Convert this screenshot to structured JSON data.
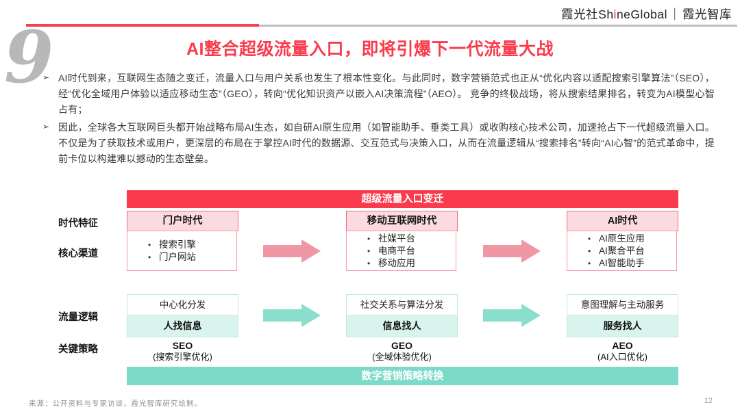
{
  "header": {
    "section_number": "9",
    "brand": {
      "cn": "霞光社",
      "en_pre": "Sh",
      "en_i": "i",
      "en_post": "neGlobal",
      "divider": "｜",
      "suffix": "霞光智库"
    },
    "title": "AI整合超级流量入口，即将引爆下一代流量大战"
  },
  "bullets": [
    {
      "marker": "➢",
      "text": "AI时代到来，互联网生态随之变迁，流量入口与用户关系也发生了根本性变化。与此同时，数字营销范式也正从“优化内容以适配搜索引擎算法”（SEO），经“优化全域用户体验以适应移动生态”（GEO），转向“优化知识资产以嵌入AI决策流程”（AEO）。 竞争的终极战场，将从搜索结果排名，转变为AI模型心智占有；"
    },
    {
      "marker": "➢",
      "text": "因此，全球各大互联网巨头都开始战略布局AI生态，如自研AI原生应用（如智能助手、垂类工具）或收购核心技术公司，加速抢占下一代超级流量入口。不仅是为了获取技术或用户，更深层的布局在于掌控AI时代的数据源、交互范式与决策入口，从而在流量逻辑从“搜索排名”转向“AI心智”的范式革命中，提前卡位以构建难以撼动的生态壁垒。"
    }
  ],
  "diagram": {
    "top_banner": "超级流量入口变迁",
    "bottom_banner": "数字营销策略转换",
    "bullet_char": "•",
    "row_labels": {
      "era": "时代特征",
      "channels": "核心渠道",
      "logic": "流量逻辑",
      "strategy": "关键策略"
    },
    "columns": [
      {
        "era": "门户时代",
        "channels": [
          "搜索引擎",
          "门户网站"
        ],
        "logic_top": "中心化分发",
        "logic_bottom": "人找信息",
        "strategy": "SEO",
        "strategy_sub": "(搜索引擎优化)"
      },
      {
        "era": "移动互联网时代",
        "channels": [
          "社媒平台",
          "电商平台",
          "移动应用"
        ],
        "logic_top": "社交关系与算法分发",
        "logic_bottom": "信息找人",
        "strategy": "GEO",
        "strategy_sub": "(全域体验优化)"
      },
      {
        "era": "AI时代",
        "channels": [
          "AI原生应用",
          "AI聚合平台",
          "AI智能助手"
        ],
        "logic_top": "意图理解与主动服务",
        "logic_bottom": "服务找人",
        "strategy": "AEO",
        "strategy_sub": "(AI入口优化)"
      }
    ],
    "colors": {
      "red_banner": "#FA3B4D",
      "title_red": "#FA3B4C",
      "pink_header_bg": "#FBDBE1",
      "pink_border": "#F0697E",
      "pink_arrow": "#EF97A4",
      "teal_banner": "#7EDAC8",
      "teal_light_bg": "#D9F4ED",
      "teal_arrow": "#8BDECB"
    }
  },
  "footer": {
    "source": "来源：公开资料与专家访谈，霞光智库研究绘制。",
    "page_number": "12"
  }
}
